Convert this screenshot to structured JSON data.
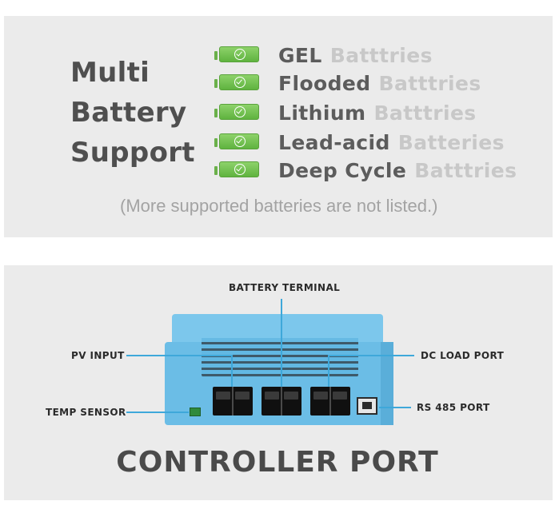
{
  "support": {
    "heading_lines": [
      "Multi",
      "Battery",
      "Support"
    ],
    "batteries": [
      {
        "name": "GEL",
        "suffix": "Batttries"
      },
      {
        "name": "Flooded",
        "suffix": "Batttries"
      },
      {
        "name": "Lithium",
        "suffix": "Batttries"
      },
      {
        "name": "Lead-acid",
        "suffix": "Batteries"
      },
      {
        "name": "Deep  Cycle",
        "suffix": "Batttries"
      }
    ],
    "battery_icon": "battery-check-icon",
    "note": "(More supported batteries are not listed.)"
  },
  "ports": {
    "labels": {
      "battery_terminal": "BATTERY  TERMINAL",
      "pv_input": "PV  INPUT",
      "dc_load_port": "DC  LOAD  PORT",
      "temp_sensor": "TEMP  SENSOR",
      "rs485_port": "RS  485  PORT"
    },
    "title": "CONTROLLER  PORT"
  },
  "colors": {
    "battery_green": "#6ab04a",
    "device_blue": "#6bbde6",
    "callout_line": "#3ea8da",
    "panel_bg": "#ebebeb"
  }
}
